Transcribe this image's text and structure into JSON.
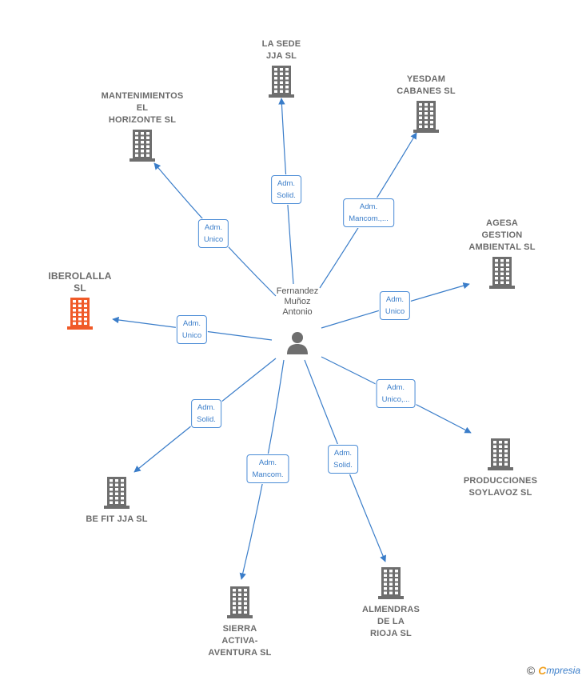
{
  "person": {
    "name": "Fernandez\nMuñoz\nAntonio",
    "icon": "person-icon"
  },
  "colors": {
    "edge": "#3a7dc9",
    "building": "#6e6e6e",
    "highlight": "#f05a28"
  },
  "companies": [
    {
      "id": "la-sede",
      "name": "LA SEDE\nJJA  SL",
      "role": "Adm.\nSolid.",
      "highlight": false
    },
    {
      "id": "yesdam",
      "name": "YESDAM\nCABANES SL",
      "role": "Adm.\nMancom.,...",
      "highlight": false
    },
    {
      "id": "agesa",
      "name": "AGESA\nGESTION\nAMBIENTAL  SL",
      "role": "Adm.\nUnico",
      "highlight": false
    },
    {
      "id": "producciones",
      "name": "PRODUCCIONES\nSOYLAVOZ SL",
      "role": "Adm.\nUnico,...",
      "highlight": false
    },
    {
      "id": "almendras",
      "name": "ALMENDRAS\nDE LA\nRIOJA  SL",
      "role": "Adm.\nSolid.",
      "highlight": false
    },
    {
      "id": "sierra",
      "name": "SIERRA\nACTIVA-\nAVENTURA  SL",
      "role": "Adm.\nMancom.",
      "highlight": false
    },
    {
      "id": "befit",
      "name": "BE FIT JJA  SL",
      "role": "Adm.\nSolid.",
      "highlight": false
    },
    {
      "id": "iberolalla",
      "name": "IBEROLALLA\nSL",
      "role": "Adm.\nUnico",
      "highlight": true
    },
    {
      "id": "mantenimientos",
      "name": "MANTENIMIENTOS\nEL\nHORIZONTE SL",
      "role": "Adm.\nUnico",
      "highlight": false
    }
  ],
  "footer": {
    "copyright": "©",
    "brand_initial": "C",
    "brand_rest": "mpresia"
  }
}
